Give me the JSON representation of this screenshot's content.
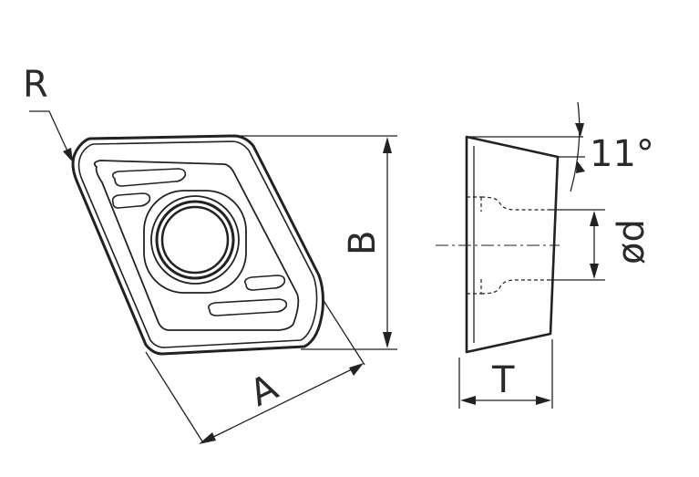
{
  "labels": {
    "radius": "R",
    "length_a": "A",
    "width_b": "B",
    "thickness": "T",
    "hole_diameter": "ød",
    "clearance_angle": "11°"
  }
}
